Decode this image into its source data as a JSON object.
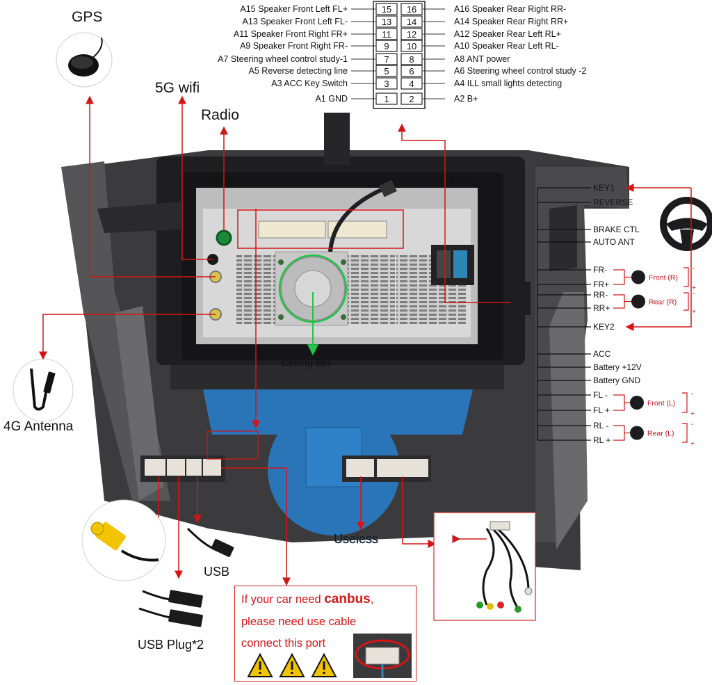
{
  "labels": {
    "gps": "GPS",
    "wifi": "5G wifi",
    "radio": "Radio",
    "fan": "Colling fan",
    "antenna": "4G Antenna",
    "usb": "USB",
    "usb_plug": "USB Plug*2",
    "useless": "Useless"
  },
  "connector": {
    "left_pins": [
      "A15 Speaker Front Left FL+",
      "A13 Speaker Front Left FL-",
      "A11 Speaker Front Right FR+",
      "A9  Speaker Front Right FR-",
      "A7  Steering wheel control study-1",
      "A5  Reverse detecting line",
      "A3 ACC Key Switch",
      "A1 GND"
    ],
    "right_pins": [
      "A16 Speaker Rear Right RR-",
      "A14 Speaker Rear Right RR+",
      "A12 Speaker Rear Left RL+",
      "A10 Speaker Rear Left RL-",
      "A8  ANT power",
      "A6  Steering wheel control study -2",
      "A4  ILL small lights detecting",
      "A2  B+"
    ],
    "left_numbers": [
      "15",
      "13",
      "11",
      "9",
      "7",
      "5",
      "3",
      "1"
    ],
    "right_numbers": [
      "16",
      "14",
      "12",
      "10",
      "8",
      "6",
      "4",
      "2"
    ]
  },
  "wires": [
    "KEY1",
    "REVERSE",
    "BRAKE CTL",
    "AUTO ANT",
    "FR-",
    "FR+",
    "RR-",
    "RR+",
    "KEY2",
    "ACC",
    "Battery +12V",
    "Battery GND",
    "FL -",
    "FL +",
    "RL -",
    "RL +"
  ],
  "speakers": {
    "front_r": "Front (R)",
    "rear_r": "Rear (R)",
    "front_l": "Front (L)",
    "rear_l": "Rear (L)",
    "minus": "-",
    "plus": "+"
  },
  "unit_text": {
    "left": "TK044",
    "right": "PCBA85"
  },
  "warning": {
    "line1_prefix": "If your car need ",
    "line1_bold": "canbus",
    "line1_suffix": ",",
    "line2": "please need use cable",
    "line3": "connect this port"
  },
  "colors": {
    "arrow": "#d41515",
    "panel": "#3a3a3c",
    "board": "#2a74b8",
    "fan_ring": "#22c44a"
  }
}
